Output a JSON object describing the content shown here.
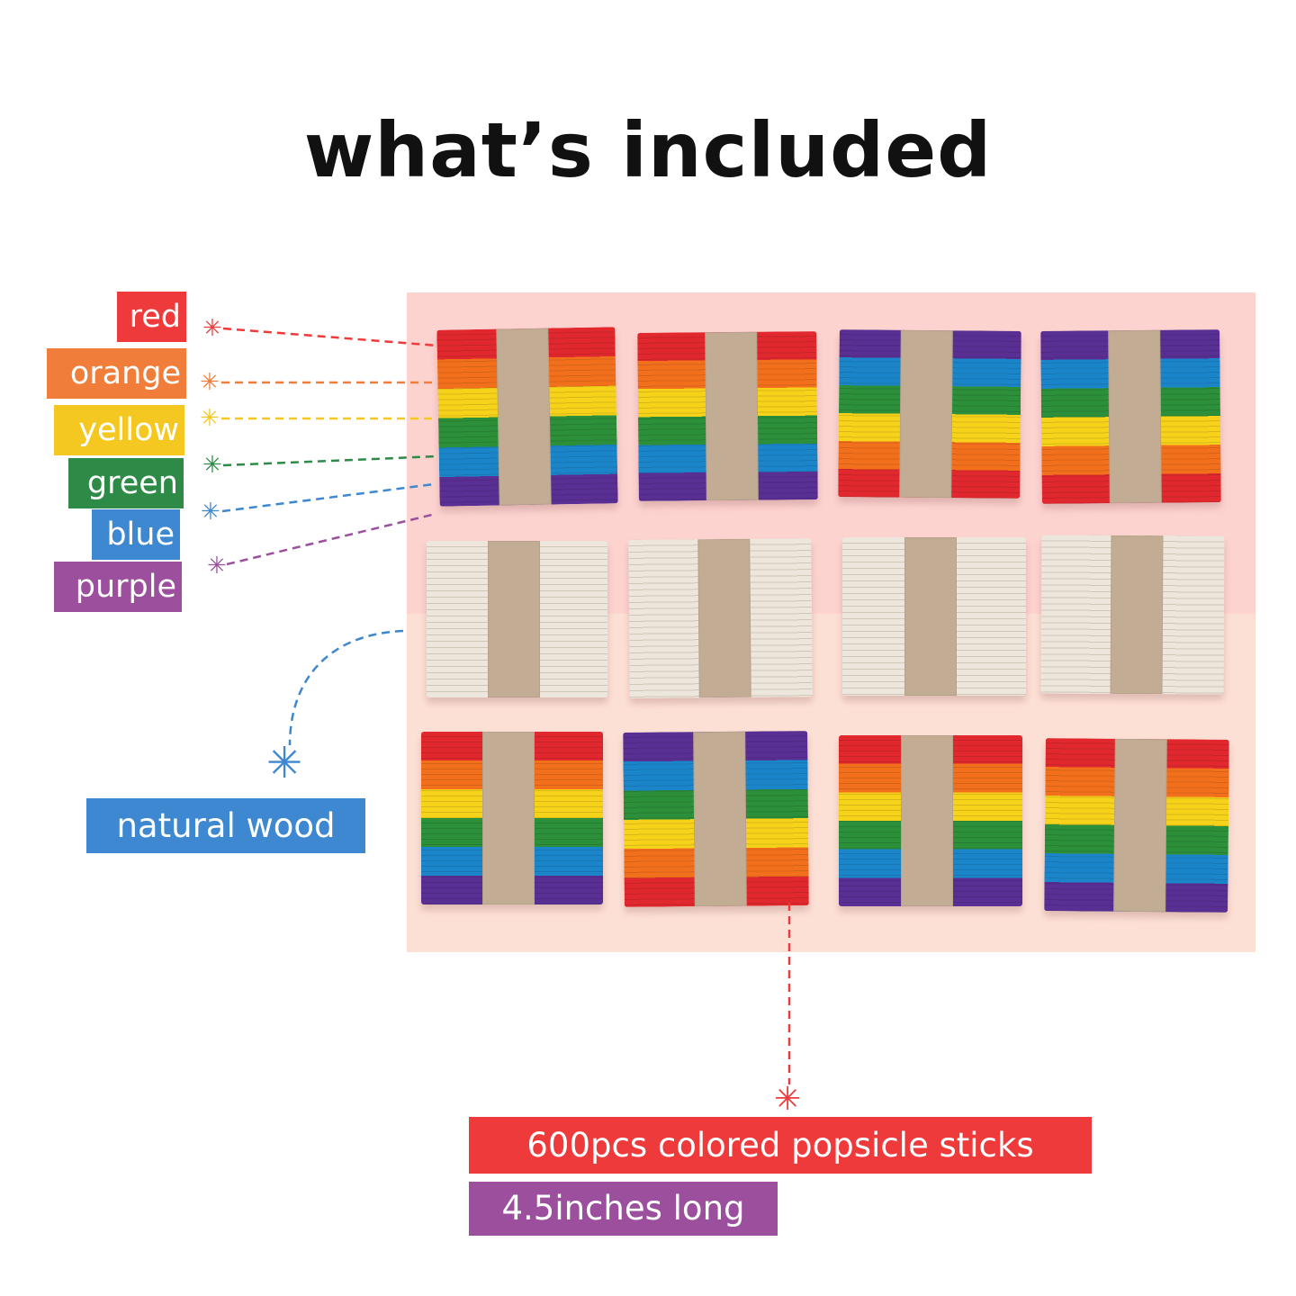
{
  "title": "what’s included",
  "color_labels": [
    {
      "text": "red",
      "color": "#ee3a3a"
    },
    {
      "text": "orange",
      "color": "#f07e3a"
    },
    {
      "text": "yellow",
      "color": "#f4c821"
    },
    {
      "text": "green",
      "color": "#2e8b47"
    },
    {
      "text": "blue",
      "color": "#3e87d1"
    },
    {
      "text": "purple",
      "color": "#9b4f9d"
    }
  ],
  "natural_label": {
    "text": "natural wood",
    "color": "#3e87d1"
  },
  "product_label": {
    "text": "600pcs colored popsicle sticks",
    "color": "#ee3a3a"
  },
  "length_label": {
    "text": "4.5inches long",
    "color": "#9b4f9d"
  },
  "star_glyph": "✳",
  "stick_colors": {
    "red": "#e0282e",
    "orange": "#f2701c",
    "yellow": "#f6d21a",
    "green": "#2c8f3a",
    "blue": "#1b85c9",
    "purple": "#5a2f94",
    "natural": "#ece6dc",
    "band": "#c2ac93"
  },
  "bundles": [
    {
      "order": "rainbow"
    },
    {
      "order": "rainbow"
    },
    {
      "order": "reverse"
    },
    {
      "order": "reverse"
    },
    {
      "order": "natural"
    },
    {
      "order": "natural"
    },
    {
      "order": "natural"
    },
    {
      "order": "natural"
    },
    {
      "order": "rainbow"
    },
    {
      "order": "reverse"
    },
    {
      "order": "rainbow"
    },
    {
      "order": "rainbow"
    }
  ]
}
